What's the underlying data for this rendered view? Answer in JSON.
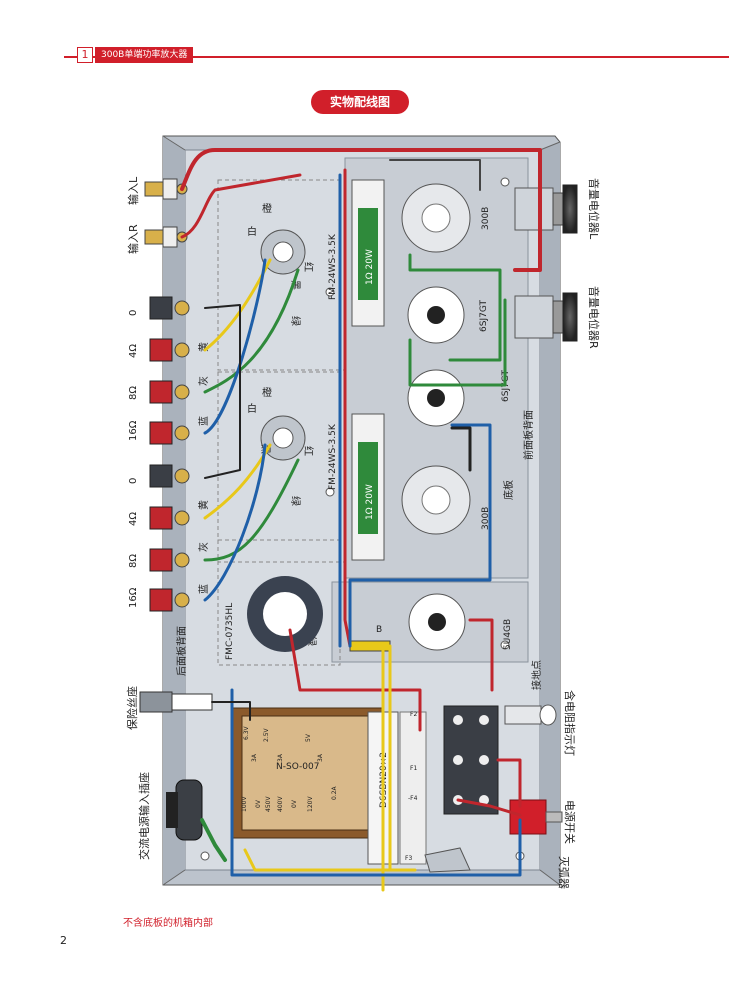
{
  "header": {
    "chapter_number": "1",
    "chapter_title": "300B单端功率放大器"
  },
  "figure_title": "实物配线图",
  "caption": "不含底板的机箱内部",
  "page_number": "2",
  "labels": {
    "input_l": "输入L",
    "input_r": "输入R",
    "volume_l": "音量电位器L",
    "volume_r": "音量电位器R",
    "front_panel_back": "前面板背面",
    "rear_panel_back": "后面板背面",
    "chassis_board": "底板",
    "ground_point": "接地点",
    "fuse": "保险丝座",
    "ac_inlet": "交流电源输入插座",
    "neon_lamp": "含电阻指示灯",
    "power_switch": "电源开关",
    "spark_killer": "灭弧器",
    "tube_300b": "300B",
    "tube_6sj7": "6SJ7GT",
    "tube_5u4": "5U4GB",
    "out_transformer": "FM-24WS-3.5K",
    "resistor": "1Ω 20W",
    "choke": "FMC-0735HL",
    "power_transformer": "N-SO-007",
    "rectifier": "D6SBN20×2",
    "terminal_0": "0",
    "terminal_4": "4Ω",
    "terminal_8": "8Ω",
    "terminal_16": "16Ω",
    "wire_white": "白",
    "wire_orange": "橙",
    "wire_black": "黑",
    "wire_red": "红",
    "wire_green": "绿",
    "wire_yellow": "黄",
    "wire_gray": "灰",
    "wire_blue": "蓝",
    "wire_brown": "棕",
    "ac_minus": "-F4",
    "ac_plus": "+F3",
    "f2": "F2",
    "f1": "F1",
    "f3": "F3",
    "b_mark": "B",
    "xfmr_v1": "6.3V",
    "xfmr_a1": "3A",
    "xfmr_v2": "2.5V",
    "xfmr_a2": "3A",
    "xfmr_v3": "5V",
    "xfmr_a3": "3A",
    "xfmr_v4": "0.2A",
    "xfmr_p1": "100V",
    "xfmr_p2": "0V",
    "xfmr_p3": "450V",
    "xfmr_p4": "400V",
    "xfmr_p5": "0V",
    "xfmr_p6": "120V"
  },
  "colors": {
    "accent": "#d11f2a",
    "chassis": "#cdd2d9",
    "wire_blue": "#1f5fa8",
    "wire_red": "#c0262d",
    "wire_green": "#2f8a3b",
    "wire_yellow": "#e8c81a",
    "transformer": "#8b5a2b"
  }
}
